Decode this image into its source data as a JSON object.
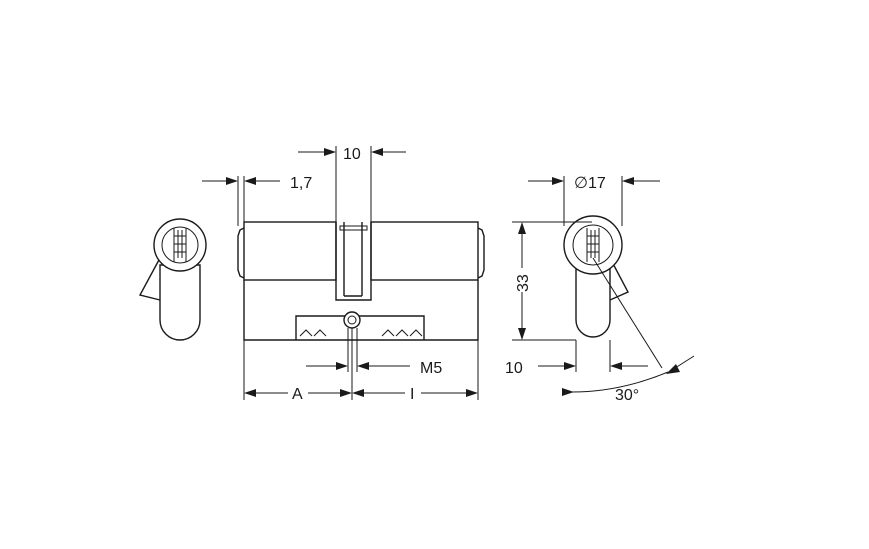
{
  "drawing": {
    "dimensions": {
      "cam_gap": "1,7",
      "cam_slot": "10",
      "screw_hole": "M5",
      "length_a": "A",
      "length_i": "I",
      "diameter": "∅17",
      "height": "33",
      "bottom_offset": "10",
      "angle": "30°"
    },
    "colors": {
      "line": "#1a1a1a",
      "background": "#ffffff"
    }
  }
}
